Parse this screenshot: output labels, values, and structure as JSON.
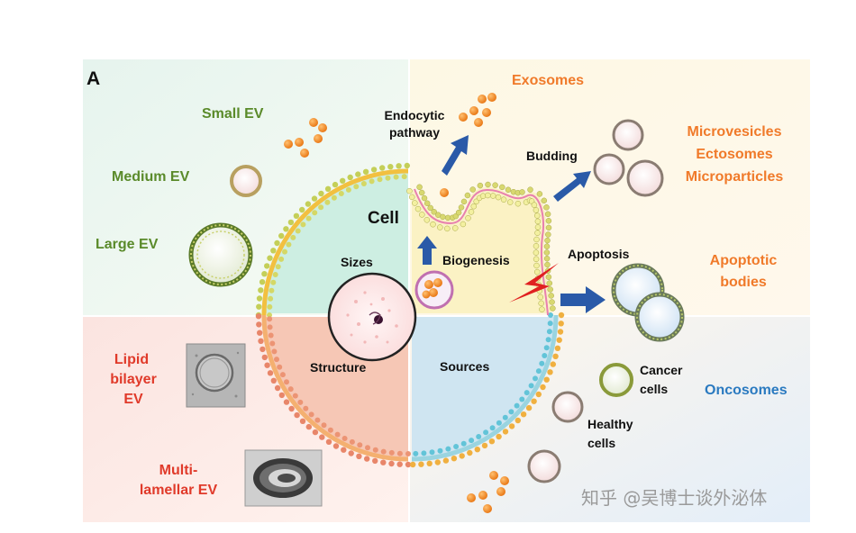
{
  "panel_letter": "A",
  "cell_label": "Cell",
  "quadrants": {
    "sizes": "Sizes",
    "structure": "Structure",
    "sources": "Sources",
    "biogenesis": "Biogenesis"
  },
  "sizes": {
    "small": "Small EV",
    "medium": "Medium EV",
    "large": "Large EV"
  },
  "structure": {
    "lipid_line1": "Lipid",
    "lipid_line2": "bilayer",
    "lipid_line3": "EV",
    "multi_line1": "Multi-",
    "multi_line2": "lamellar EV"
  },
  "biogenesis": {
    "endocytic_line1": "Endocytic",
    "endocytic_line2": "pathway",
    "budding": "Budding",
    "apoptosis": "Apoptosis"
  },
  "types": {
    "exosomes": "Exosomes",
    "microvesicles": "Microvesicles",
    "ectosomes": "Ectosomes",
    "microparticles": "Microparticles",
    "apoptotic_line1": "Apoptotic",
    "apoptotic_line2": "bodies",
    "oncosomes": "Oncosomes"
  },
  "sources": {
    "cancer_line1": "Cancer",
    "cancer_line2": "cells",
    "healthy_line1": "Healthy",
    "healthy_line2": "cells"
  },
  "watermark": "知乎 @吴博士谈外泌体",
  "colors": {
    "sizes_label": "#5a8a2a",
    "structure_label": "#e03a2a",
    "types_label": "#f07a2a",
    "oncosomes_label": "#2a7ac0",
    "arrow": "#2a5aa8",
    "membrane_outer": "#b8c84a",
    "membrane_inner": "#e8c858",
    "vesicle_orange": "#f08a20",
    "lightning": "#e02020"
  }
}
